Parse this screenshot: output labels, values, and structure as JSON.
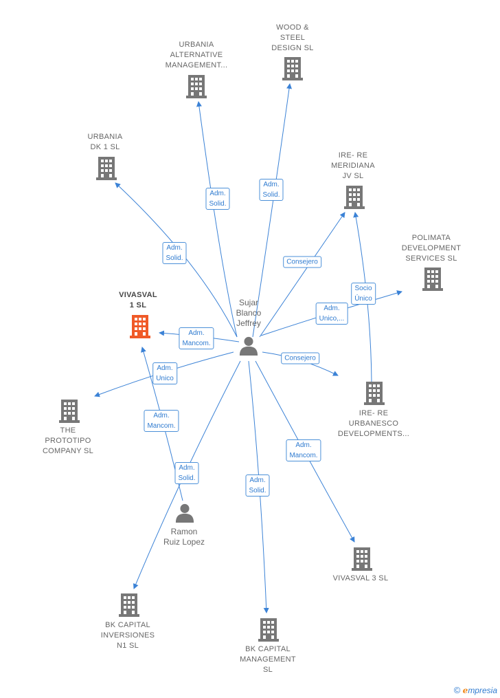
{
  "colors": {
    "edge": "#3b82d6",
    "building": "#777777",
    "building_main": "#f05a28",
    "person": "#777777"
  },
  "companies": [
    {
      "id": "urbania-alternative",
      "label": "URBANIA\nALTERNATIVE\nMANAGEMENT...",
      "main": false
    },
    {
      "id": "wood-steel",
      "label": "WOOD &\nSTEEL\nDESIGN  SL",
      "main": false
    },
    {
      "id": "urbania-dk1",
      "label": "URBANIA\nDK 1  SL",
      "main": false
    },
    {
      "id": "ire-meridiana",
      "label": "IRE- RE\nMERIDIANA\nJV  SL",
      "main": false
    },
    {
      "id": "polimata",
      "label": "POLIMATA\nDEVELOPMENT\nSERVICES  SL",
      "main": false
    },
    {
      "id": "vivasval1",
      "label": "VIVASVAL\n1  SL",
      "main": true
    },
    {
      "id": "prototipo",
      "label": "THE\nPROTOTIPO\nCOMPANY  SL",
      "main": false
    },
    {
      "id": "ire-urbanesco",
      "label": "IRE- RE\nURBANESCO\nDEVELOPMENTS...",
      "main": false
    },
    {
      "id": "vivasval3",
      "label": "VIVASVAL 3  SL",
      "main": false
    },
    {
      "id": "bk-inversiones",
      "label": "BK CAPITAL\nINVERSIONES\nN1  SL",
      "main": false
    },
    {
      "id": "bk-management",
      "label": "BK CAPITAL\nMANAGEMENT\nSL",
      "main": false
    }
  ],
  "persons": [
    {
      "id": "sujar",
      "label": "Sujar\nBlanco\nJeffrey"
    },
    {
      "id": "ramon",
      "label": "Ramon\nRuiz Lopez"
    }
  ],
  "edges": [
    {
      "from": "sujar",
      "to": "urbania-alternative",
      "label": "Adm.\nSolid."
    },
    {
      "from": "sujar",
      "to": "wood-steel",
      "label": "Adm.\nSolid."
    },
    {
      "from": "sujar",
      "to": "urbania-dk1",
      "label": "Adm.\nSolid."
    },
    {
      "from": "sujar",
      "to": "ire-meridiana",
      "label": "Consejero"
    },
    {
      "from": "sujar",
      "to": "polimata",
      "label": "Adm.\nUnico,..."
    },
    {
      "from": "sujar",
      "to": "vivasval1",
      "label": "Adm.\nMancom."
    },
    {
      "from": "sujar",
      "to": "prototipo",
      "label": "Adm.\nUnico"
    },
    {
      "from": "sujar",
      "to": "ire-urbanesco",
      "label": "Consejero"
    },
    {
      "from": "sujar",
      "to": "vivasval3",
      "label": "Adm.\nMancom."
    },
    {
      "from": "sujar",
      "to": "bk-inversiones",
      "label": "Adm.\nSolid."
    },
    {
      "from": "sujar",
      "to": "bk-management",
      "label": "Adm.\nSolid."
    },
    {
      "from": "ramon",
      "to": "vivasval1",
      "label": "Adm.\nMancom."
    },
    {
      "from": "ire-urbanesco",
      "to": "ire-meridiana",
      "label": "Socio\nÚnico"
    }
  ],
  "brand": {
    "copyright": "©",
    "e": "e",
    "rest": "mpresia"
  }
}
